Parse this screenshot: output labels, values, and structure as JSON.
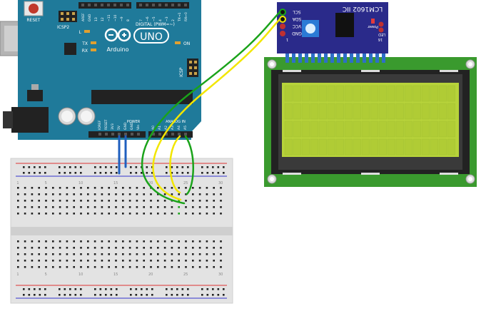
{
  "arduino": {
    "reset_label": "RESET",
    "icsp2_label": "ICSP2",
    "digital_label": "DIGITAL (PWM=~)",
    "brand_label": "Arduino",
    "model_label": "UNO",
    "tx_label": "TX",
    "rx_label": "RX",
    "l_label": "L",
    "on_label": "ON",
    "icsp_label": "ICSP",
    "power_label": "POWER",
    "analog_label": "ANALOG IN",
    "digital_pins": [
      "AREF",
      "GND",
      "13",
      "12",
      "~11",
      "~10",
      "~9",
      "8",
      "7",
      "~6",
      "~5",
      "4",
      "~3",
      "2",
      "TX→1",
      "RX←0"
    ],
    "power_pins": [
      "IOREF",
      "RESET",
      "3V3",
      "5V",
      "GND",
      "GND",
      "Vin"
    ],
    "analog_pins": [
      "A0",
      "A1",
      "A2",
      "A3",
      "A4",
      "A5"
    ]
  },
  "i2c_module": {
    "title": "LCM1602 IIC",
    "pins": [
      "SCL",
      "SDA",
      "VCC",
      "GND"
    ],
    "power_label": "Power",
    "led_label": "LED",
    "pin16_label": "16",
    "pin1_label": "1"
  },
  "breadboard": {
    "column_numbers": [
      "1",
      "5",
      "10",
      "15",
      "20",
      "25",
      "30"
    ]
  },
  "colors": {
    "arduino_board": "#1f7a9a",
    "lcd_pcb": "#3a9a2e",
    "lcd_screen": "#b7d33a",
    "i2c_pcb": "#2a2a8a",
    "wire_green": "#1aa31a",
    "wire_yellow": "#f2e600",
    "wire_blue": "#1f5fbf"
  }
}
